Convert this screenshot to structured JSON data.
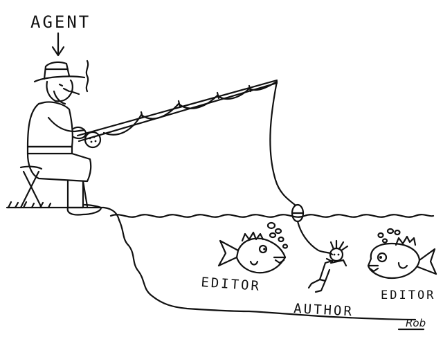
{
  "labels": {
    "agent": "AGENT",
    "editor_left": "EDITOR",
    "author": "AUTHOR",
    "editor_right": "EDITOR",
    "signature": "Rob"
  },
  "colors": {
    "ink": "#111111",
    "paper": "#ffffff"
  },
  "icons": {
    "agent_arrow": "arrow-down-icon",
    "bobber": "fishing-bobber-icon",
    "bubbles": "bubbles-icon"
  }
}
